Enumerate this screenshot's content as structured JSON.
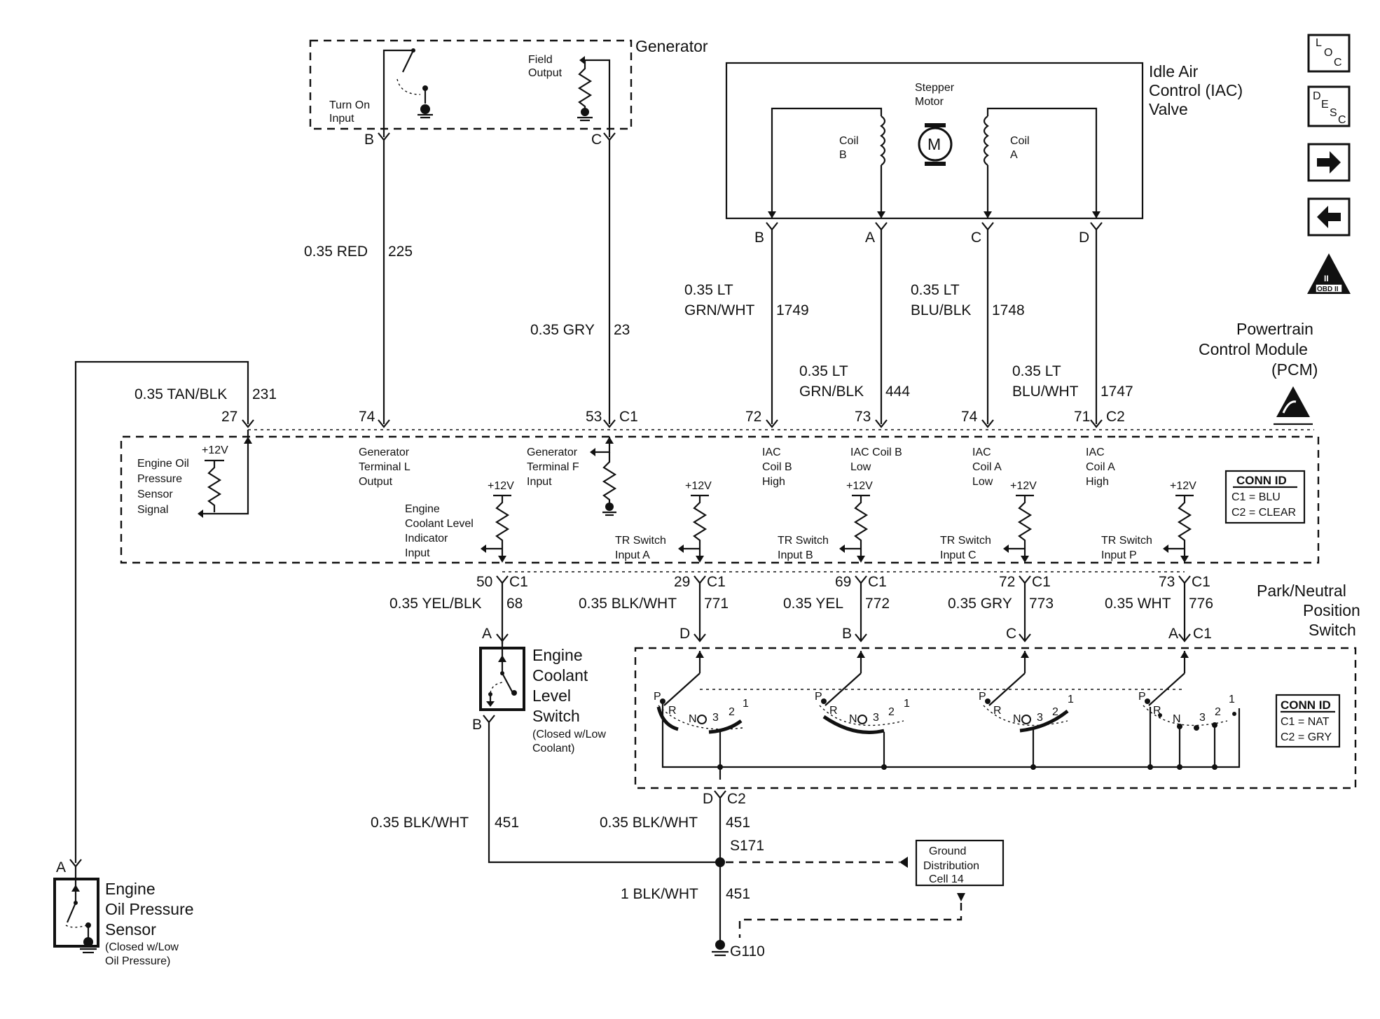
{
  "components": {
    "generator": {
      "title": "Generator",
      "turn_on_l1": "Turn On",
      "turn_on_l2": "Input",
      "field_l1": "Field",
      "field_l2": "Output",
      "pin_b": "B",
      "pin_c": "C"
    },
    "iac_valve": {
      "title_l1": "Idle Air",
      "title_l2": "Control (IAC)",
      "title_l3": "Valve",
      "stepper_l1": "Stepper",
      "stepper_l2": "Motor",
      "motor_symbol": "M",
      "coil_b_l1": "Coil",
      "coil_b_l2": "B",
      "coil_a_l1": "Coil",
      "coil_a_l2": "A",
      "pin_b": "B",
      "pin_a": "A",
      "pin_c": "C",
      "pin_d": "D"
    },
    "pcm": {
      "title_l1": "Powertrain",
      "title_l2": "Control Module",
      "title_l3": "(PCM)",
      "conn_id_title": "CONN ID",
      "conn_id_c1": "C1 = BLU",
      "conn_id_c2": "C2 = CLEAR",
      "plus12v": "+12V",
      "oil_l1": "Engine Oil",
      "oil_l2": "Pressure",
      "oil_l3": "Sensor",
      "oil_l4": "Signal",
      "genl_l1": "Generator",
      "genl_l2": "Terminal L",
      "genl_l3": "Output",
      "genf_l1": "Generator",
      "genf_l2": "Terminal F",
      "genf_l3": "Input",
      "ecl_l1": "Engine",
      "ecl_l2": "Coolant Level",
      "ecl_l3": "Indicator",
      "ecl_l4": "Input",
      "iacbh_l1": "IAC",
      "iacbh_l2": "Coil B",
      "iacbh_l3": "High",
      "iacbl_l1": "IAC Coil B",
      "iacbl_l2": "Low",
      "iacal_l1": "IAC",
      "iacal_l2": "Coil A",
      "iacal_l3": "Low",
      "iacah_l1": "IAC",
      "iacah_l2": "Coil A",
      "iacah_l3": "High",
      "tra_l1": "TR Switch",
      "tra_l2": "Input A",
      "trb_l1": "TR Switch",
      "trb_l2": "Input B",
      "trc_l1": "TR Switch",
      "trc_l2": "Input C",
      "trp_l1": "TR Switch",
      "trp_l2": "Input P",
      "p27": "27",
      "p74a": "74",
      "p53": "53",
      "c1_top": "C1",
      "p72a": "72",
      "p73a": "73",
      "p74b": "74",
      "p71": "71",
      "c2_top": "C2",
      "p50": "50",
      "p29": "29",
      "p69": "69",
      "p72b": "72",
      "p73b": "73",
      "c1": "C1"
    },
    "pnp_switch": {
      "title_l1": "Park/Neutral",
      "title_l2": "Position",
      "title_l3": "Switch",
      "conn_id_title": "CONN ID",
      "conn_id_c1": "C1 = NAT",
      "conn_id_c2": "C2 = GRY",
      "pin_d": "D",
      "pin_b": "B",
      "pin_c": "C",
      "pin_a": "A",
      "c1": "C1",
      "out_d": "D",
      "out_c2": "C2",
      "pos_p": "P",
      "pos_r": "R",
      "pos_n": "N",
      "pos_3": "3",
      "pos_2": "2",
      "pos_1": "1"
    },
    "coolant_switch": {
      "title_l1": "Engine",
      "title_l2": "Coolant",
      "title_l3": "Level",
      "title_l4": "Switch",
      "note_l1": "(Closed w/Low",
      "note_l2": "Coolant)",
      "pin_a": "A",
      "pin_b": "B"
    },
    "oil_sensor": {
      "title_l1": "Engine",
      "title_l2": "Oil Pressure",
      "title_l3": "Sensor",
      "note_l1": "(Closed w/Low",
      "note_l2": "Oil Pressure)",
      "pin_a": "A"
    },
    "ground_dist": {
      "l1": "Ground",
      "l2": "Distribution",
      "l3": "Cell 14"
    },
    "splice": "S171",
    "ground": "G110"
  },
  "wires": {
    "w225": {
      "gauge_color": "0.35 RED",
      "circuit": "225"
    },
    "w23": {
      "gauge_color": "0.35 GRY",
      "circuit": "23"
    },
    "w1749": {
      "gauge_color_l1": "0.35 LT",
      "gauge_color_l2": "GRN/WHT",
      "circuit": "1749"
    },
    "w1748": {
      "gauge_color_l1": "0.35 LT",
      "gauge_color_l2": "BLU/BLK",
      "circuit": "1748"
    },
    "w444": {
      "gauge_color_l1": "0.35 LT",
      "gauge_color_l2": "GRN/BLK",
      "circuit": "444"
    },
    "w1747": {
      "gauge_color_l1": "0.35 LT",
      "gauge_color_l2": "BLU/WHT",
      "circuit": "1747"
    },
    "w231": {
      "gauge_color": "0.35 TAN/BLK",
      "circuit": "231"
    },
    "w68": {
      "gauge_color": "0.35 YEL/BLK",
      "circuit": "68"
    },
    "w771": {
      "gauge_color": "0.35 BLK/WHT",
      "circuit": "771"
    },
    "w772": {
      "gauge_color": "0.35 YEL",
      "circuit": "772"
    },
    "w773": {
      "gauge_color": "0.35 GRY",
      "circuit": "773"
    },
    "w776": {
      "gauge_color": "0.35 WHT",
      "circuit": "776"
    },
    "w451a": {
      "gauge_color": "0.35 BLK/WHT",
      "circuit": "451"
    },
    "w451b": {
      "gauge_color": "0.35 BLK/WHT",
      "circuit": "451"
    },
    "w451c": {
      "gauge_color": "1 BLK/WHT",
      "circuit": "451"
    }
  },
  "nav_icons": {
    "loc": {
      "l1": "L",
      "l2": "O",
      "l3": "C"
    },
    "desc": {
      "l1": "D",
      "l2": "E",
      "l3": "S",
      "l4": "C"
    },
    "obd": "OBD II",
    "obd_roman": "II",
    "next": "arrow-right-icon",
    "prev": "arrow-left-icon",
    "esd": "esd-warning-icon"
  }
}
